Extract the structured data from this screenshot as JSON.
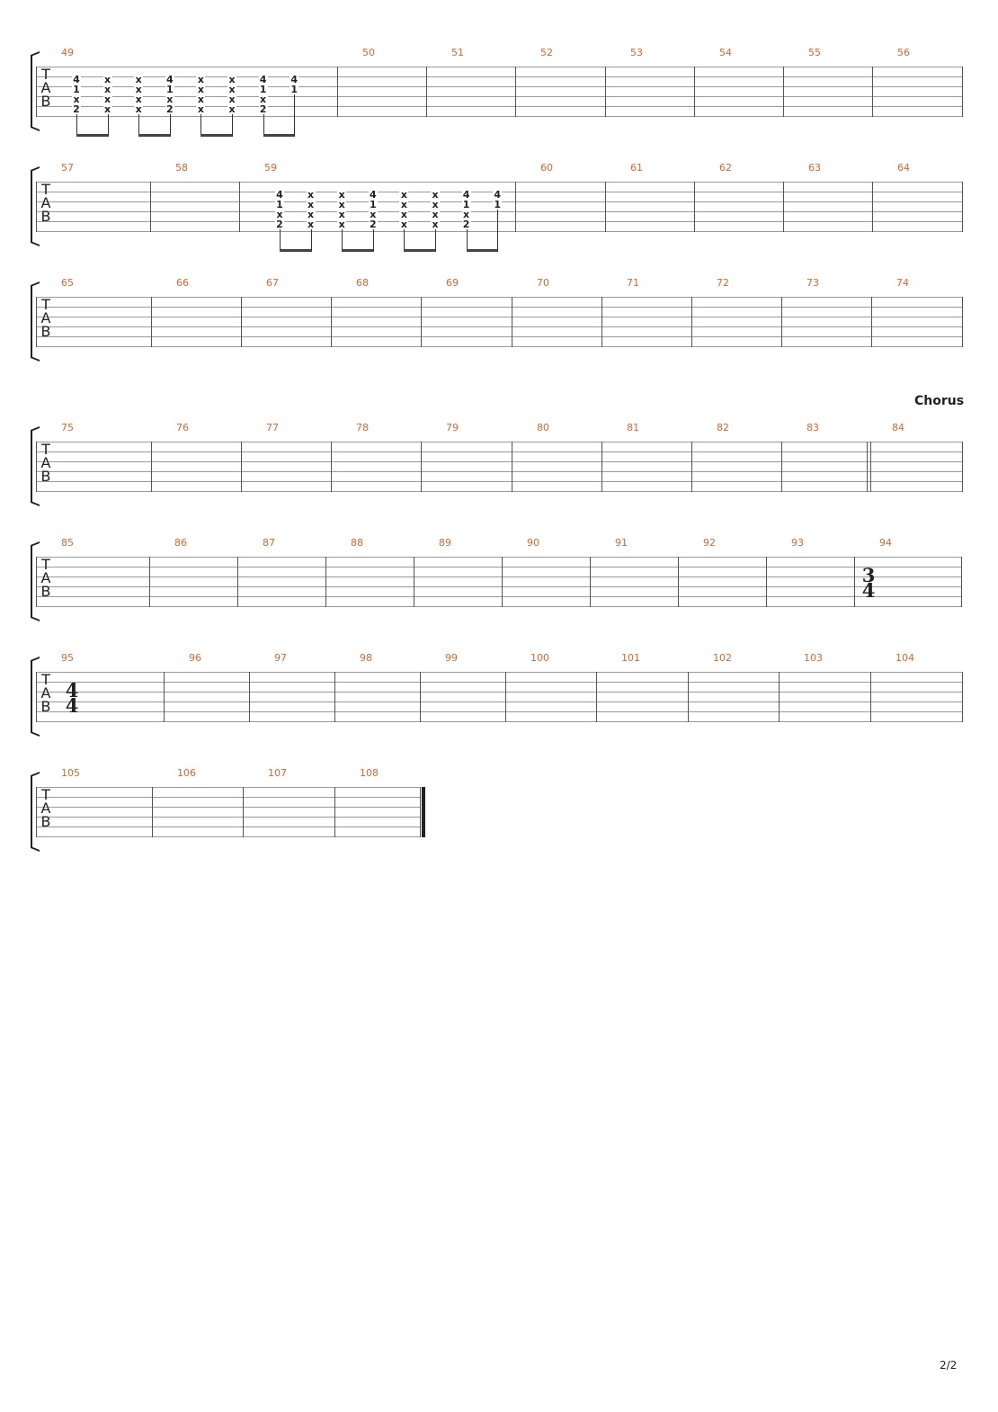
{
  "page_number": "2/2",
  "section_label": "Chorus",
  "clef": {
    "t": "T",
    "a": "A",
    "b": "B"
  },
  "systems": [
    {
      "bars": [
        "49",
        "50",
        "51",
        "52",
        "53",
        "54",
        "55",
        "56"
      ]
    },
    {
      "bars": [
        "57",
        "58",
        "59",
        "60",
        "61",
        "62",
        "63",
        "64"
      ]
    },
    {
      "bars": [
        "65",
        "66",
        "67",
        "68",
        "69",
        "70",
        "71",
        "72",
        "73",
        "74"
      ]
    },
    {
      "bars": [
        "75",
        "76",
        "77",
        "78",
        "79",
        "80",
        "81",
        "82",
        "83",
        "84"
      ],
      "section": "Chorus"
    },
    {
      "bars": [
        "85",
        "86",
        "87",
        "88",
        "89",
        "90",
        "91",
        "92",
        "93",
        "94"
      ],
      "time_signature": {
        "bar": "94",
        "top": "3",
        "bottom": "4"
      }
    },
    {
      "bars": [
        "95",
        "96",
        "97",
        "98",
        "99",
        "100",
        "101",
        "102",
        "103",
        "104"
      ],
      "time_signature": {
        "bar": "95",
        "top": "4",
        "bottom": "4"
      }
    },
    {
      "bars": [
        "105",
        "106",
        "107",
        "108"
      ],
      "final_bar": true
    }
  ],
  "riff": {
    "bars": [
      "49",
      "59"
    ],
    "chords": [
      [
        "4",
        "1",
        "x",
        "2"
      ],
      [
        "x",
        "x",
        "x",
        "x"
      ],
      [
        "x",
        "x",
        "x",
        "x"
      ],
      [
        "4",
        "1",
        "x",
        "2"
      ],
      [
        "x",
        "x",
        "x",
        "x"
      ],
      [
        "x",
        "x",
        "x",
        "x"
      ],
      [
        "4",
        "1",
        "x",
        "2"
      ],
      [
        "4",
        "1",
        "",
        ""
      ]
    ]
  }
}
